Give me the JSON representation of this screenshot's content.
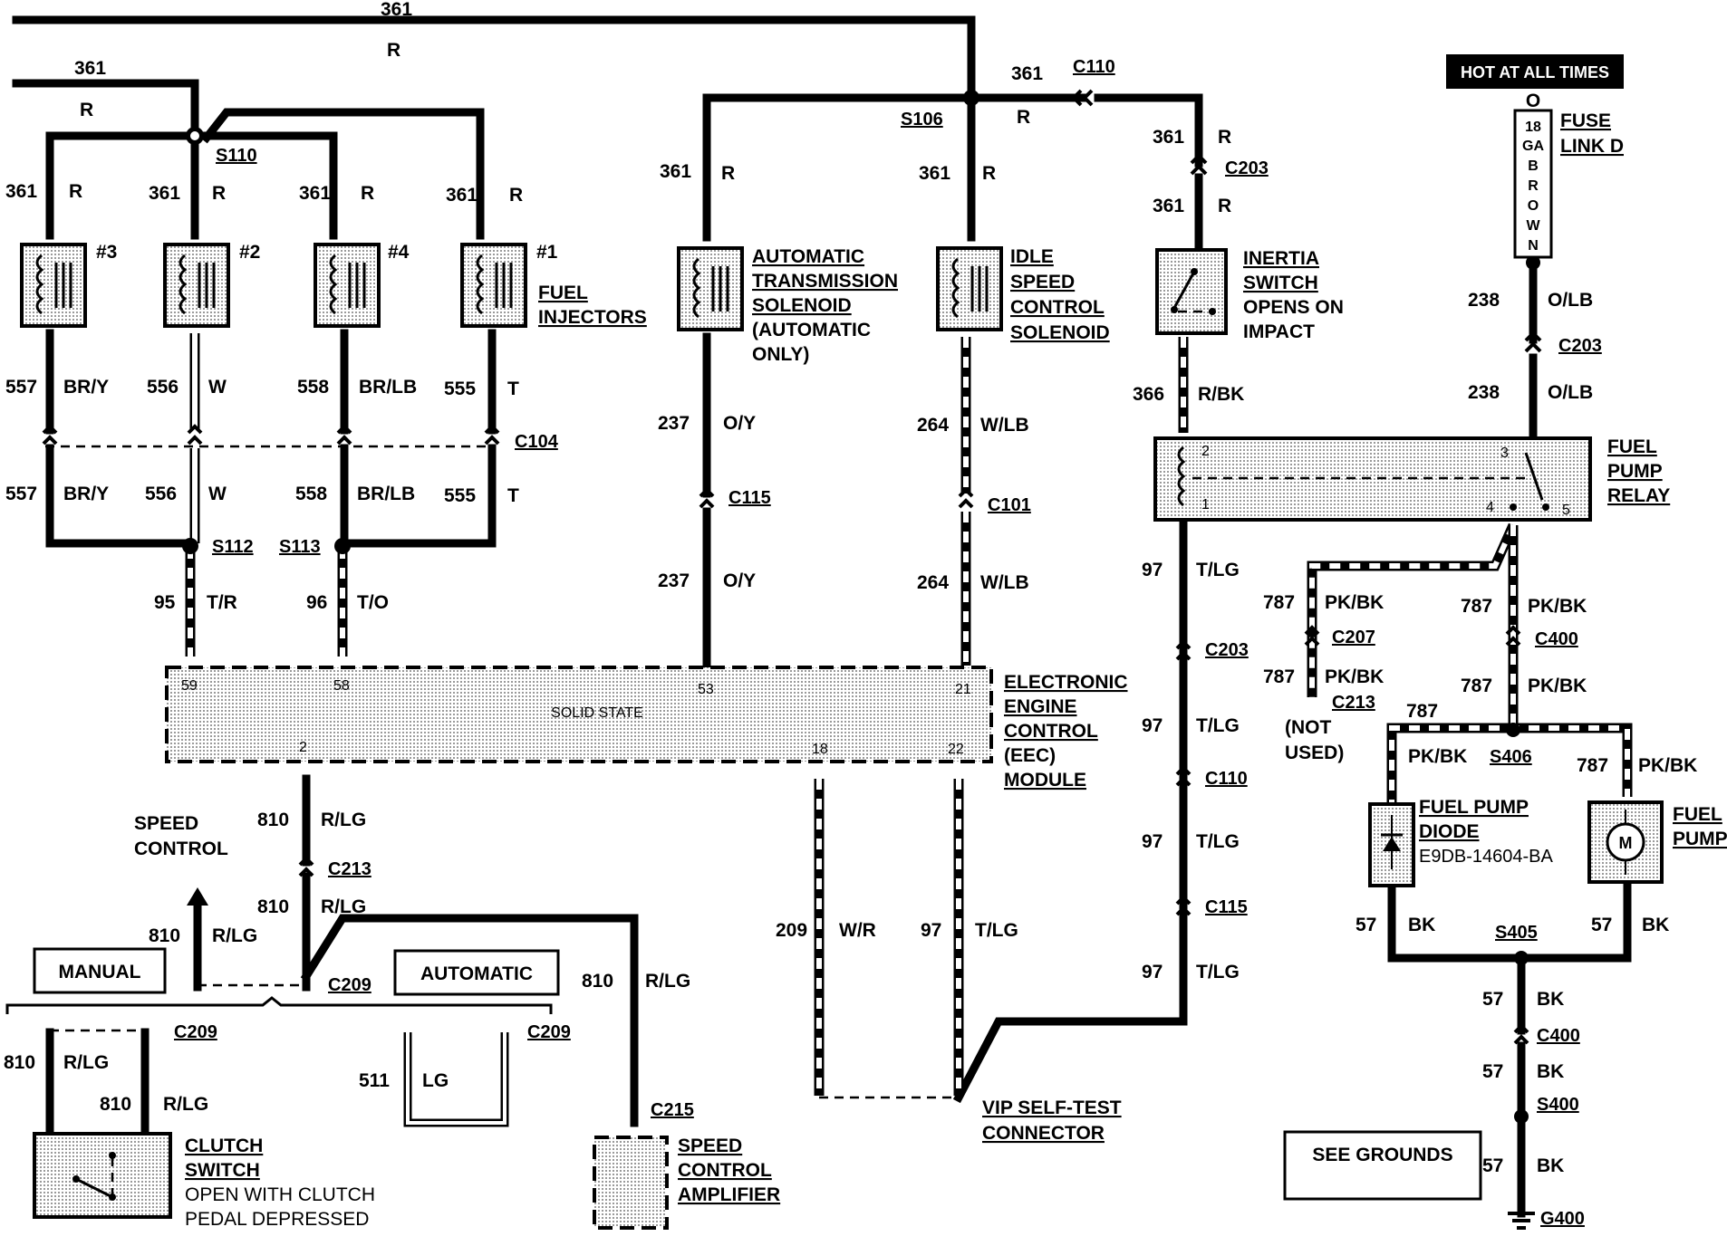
{
  "hot_label": "HOT AT ALL TIMES",
  "fuse": {
    "top": "O",
    "chars": [
      "18",
      "GA",
      "B",
      "R",
      "O",
      "W",
      "N"
    ],
    "label1": "FUSE",
    "label2": "LINK D"
  },
  "wires": {
    "c361": "361",
    "R": "R",
    "w557": "557",
    "BRY": "BR/Y",
    "w556": "556",
    "W": "W",
    "w558": "558",
    "BRLB": "BR/LB",
    "w555": "555",
    "T": "T",
    "w95": "95",
    "TR": "T/R",
    "w96": "96",
    "TO": "T/O",
    "w237": "237",
    "OY": "O/Y",
    "w264": "264",
    "WLB": "W/LB",
    "w366": "366",
    "RBK": "R/BK",
    "w238": "238",
    "OLB": "O/LB",
    "w97": "97",
    "TLG": "T/LG",
    "w787": "787",
    "PKBK": "PK/BK",
    "w810": "810",
    "RLG": "R/LG",
    "w511": "511",
    "LG": "LG",
    "w209": "209",
    "WR": "W/R",
    "w57": "57",
    "BK": "BK"
  },
  "connectors": {
    "S110": "S110",
    "S106": "S106",
    "C110": "C110",
    "C203": "C203",
    "C104": "C104",
    "S112": "S112",
    "S113": "S113",
    "C115": "C115",
    "C101": "C101",
    "C207": "C207",
    "C400": "C400",
    "C213": "C213",
    "S406": "S406",
    "S405": "S405",
    "S400": "S400",
    "G400": "G400",
    "C209": "C209",
    "C215": "C215"
  },
  "injectors": {
    "n3": "#3",
    "n2": "#2",
    "n4": "#4",
    "n1": "#1",
    "label1": "FUEL",
    "label2": "INJECTORS"
  },
  "ats": [
    "AUTOMATIC",
    "TRANSMISSION",
    "SOLENOID",
    "(AUTOMATIC",
    "ONLY)"
  ],
  "isc": [
    "IDLE",
    "SPEED",
    "CONTROL",
    "SOLENOID"
  ],
  "inertia": [
    "INERTIA",
    "SWITCH",
    "OPENS ON",
    "IMPACT"
  ],
  "relay": {
    "label": [
      "FUEL",
      "PUMP",
      "RELAY"
    ],
    "p1": "1",
    "p2": "2",
    "p3": "3",
    "p4": "4",
    "p5": "5"
  },
  "eec": {
    "inner": "SOLID STATE",
    "label": [
      "ELECTRONIC",
      "ENGINE",
      "CONTROL",
      "(EEC)",
      "MODULE"
    ],
    "p59": "59",
    "p58": "58",
    "p53": "53",
    "p21": "21",
    "p2": "2",
    "p18": "18",
    "p22": "22"
  },
  "not_used": [
    "(NOT",
    "USED)"
  ],
  "diode": [
    "FUEL PUMP",
    "DIODE",
    "E9DB-14604-BA"
  ],
  "pump": [
    "FUEL",
    "PUMP"
  ],
  "pump_symbol": "M",
  "speed_control": [
    "SPEED",
    "CONTROL"
  ],
  "manual": "MANUAL",
  "automatic": "AUTOMATIC",
  "clutch": [
    "CLUTCH",
    "SWITCH",
    "OPEN WITH CLUTCH",
    "PEDAL DEPRESSED"
  ],
  "amp": [
    "SPEED",
    "CONTROL",
    "AMPLIFIER"
  ],
  "vip": [
    "VIP SELF-TEST",
    "CONNECTOR"
  ],
  "grounds": "SEE GROUNDS"
}
